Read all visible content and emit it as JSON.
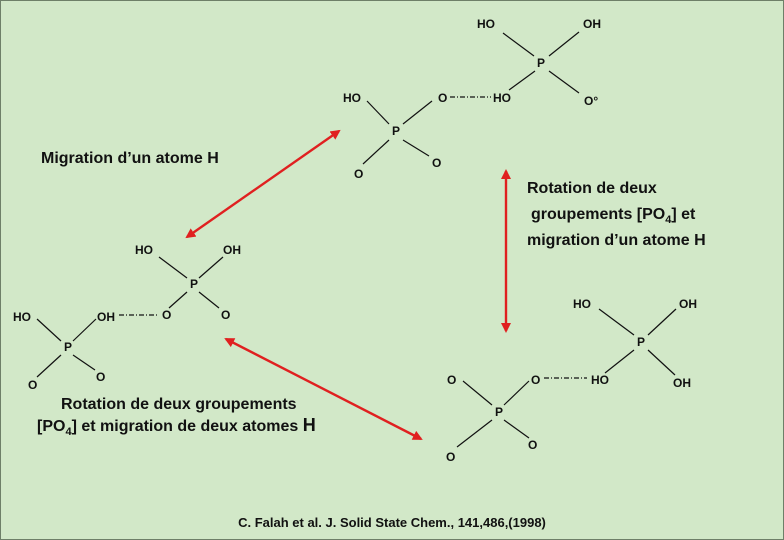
{
  "atoms": {
    "p": "P",
    "o": "O",
    "oh": "OH",
    "ho": "HO",
    "o_radical": "O°"
  },
  "labels": {
    "migration_h": "Migration d’un atome H",
    "rotation_right_1": "Rotation de deux",
    "rotation_right_2_pre": "groupements [PO",
    "rotation_right_2_sub": "4",
    "rotation_right_2_post": "] et",
    "rotation_right_3": "migration d’un  atome H",
    "rotation_left_1": "Rotation de deux groupements",
    "rotation_left_2_pre": "[PO",
    "rotation_left_2_sub": "4",
    "rotation_left_2_post": "] et migration de deux atomes ",
    "rotation_left_2_h": "H"
  },
  "citation": "C. Falah et al. J. Solid State Chem., 141,486,(1998)",
  "colors": {
    "background": "#d2e8c8",
    "arrows": "#e02020"
  }
}
